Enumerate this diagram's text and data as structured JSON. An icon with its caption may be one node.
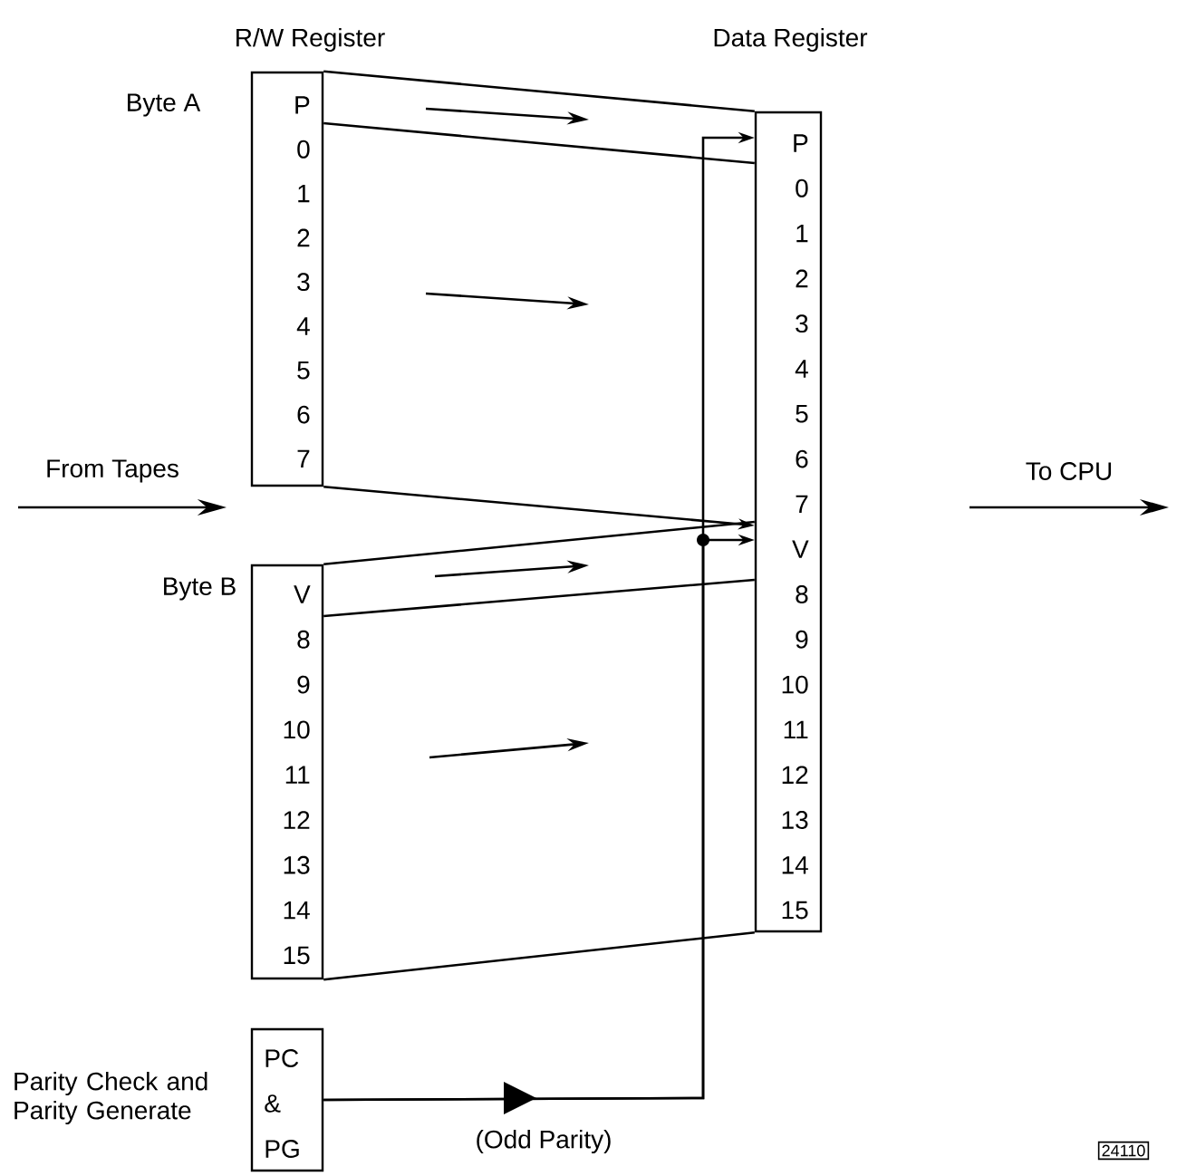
{
  "diagram": {
    "nodes": [
      {
        "text": [
          "P",
          "0",
          "1",
          "2",
          "3",
          "4",
          "5",
          "6",
          "7"
        ],
        "beside": [
          "Byte A"
        ]
      },
      {
        "text": [
          "V",
          "8",
          "9",
          "10",
          "11",
          "12",
          "13",
          "14",
          "15"
        ],
        "beside": [
          "Byte B"
        ]
      },
      {
        "text": [
          "P",
          "0",
          "1",
          "2",
          "3",
          "4",
          "5",
          "6",
          "7",
          "V",
          "8",
          "9",
          "10",
          "11",
          "12",
          "13",
          "14",
          "15"
        ]
      },
      {
        "text": [
          "PC",
          "&",
          "PG"
        ],
        "beside": [
          "Parity Check and Parity Generate"
        ]
      }
    ],
    "edges": [
      {
        "from": 0,
        "to": 2,
        "arrow": "none"
      },
      {
        "from": 0,
        "to": 2,
        "arrow": "none"
      },
      {
        "from": 0,
        "to": 2,
        "arrow": "to"
      },
      {
        "from": 1,
        "to": 2,
        "arrow": "none"
      },
      {
        "from": 1,
        "to": 2,
        "arrow": "none"
      },
      {
        "from": 1,
        "to": 2,
        "arrow": "none"
      },
      {
        "from": 3,
        "to": 2,
        "arrow": "to"
      },
      {
        "from": 3,
        "to": 2,
        "arrow": "to",
        "label": "(Odd Parity)"
      }
    ],
    "labels": [
      "R/W Register",
      "Data Register",
      "From Tapes",
      "To CPU",
      "24110"
    ]
  }
}
